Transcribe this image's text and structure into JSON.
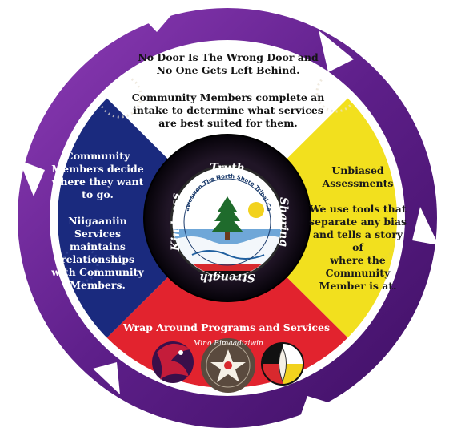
{
  "top": {
    "heading_line1": "No Door Is The Wrong Door and",
    "heading_line2": "No One Gets Left Behind.",
    "body_line1": "Community Members complete an",
    "body_line2": "intake to determine what services",
    "body_line3": "are best suited for them."
  },
  "left": {
    "p1_line1": "Community",
    "p1_line2": "Members decide",
    "p1_line3": "where they want",
    "p1_line4": "to go.",
    "p2_line1": "Niigaaniin",
    "p2_line2": "Services",
    "p2_line3": "maintains",
    "p2_line4": "relationships",
    "p2_line5": "with Community",
    "p2_line6": "Members."
  },
  "right": {
    "title_line1": "Unbiased",
    "title_line2": "Assessments",
    "body_line1": "We use tools that",
    "body_line2": "separate any bias",
    "body_line3": "and tells a story of",
    "body_line4": "where the",
    "body_line5": "Community",
    "body_line6": "Member is at."
  },
  "bottom": {
    "title": "Wrap Around Programs and Services",
    "logo2_text": "Mino Bimaadiziwin"
  },
  "ring_words": {
    "top": "Truth",
    "right": "Sharing",
    "bottom": "Strength",
    "left": "Kindness"
  },
  "center_logo": {
    "arc_text": "Mamaweswen The North Shore Tribal Council"
  },
  "colors": {
    "purple_dark": "#4a1470",
    "purple_light": "#8e3cb7",
    "quadrant_top": "#ffffff",
    "quadrant_right": "#f2e01e",
    "quadrant_bottom": "#e2232e",
    "quadrant_left": "#1a2a7e",
    "ring": "#0c0612",
    "ring_text": "#ffffff"
  }
}
